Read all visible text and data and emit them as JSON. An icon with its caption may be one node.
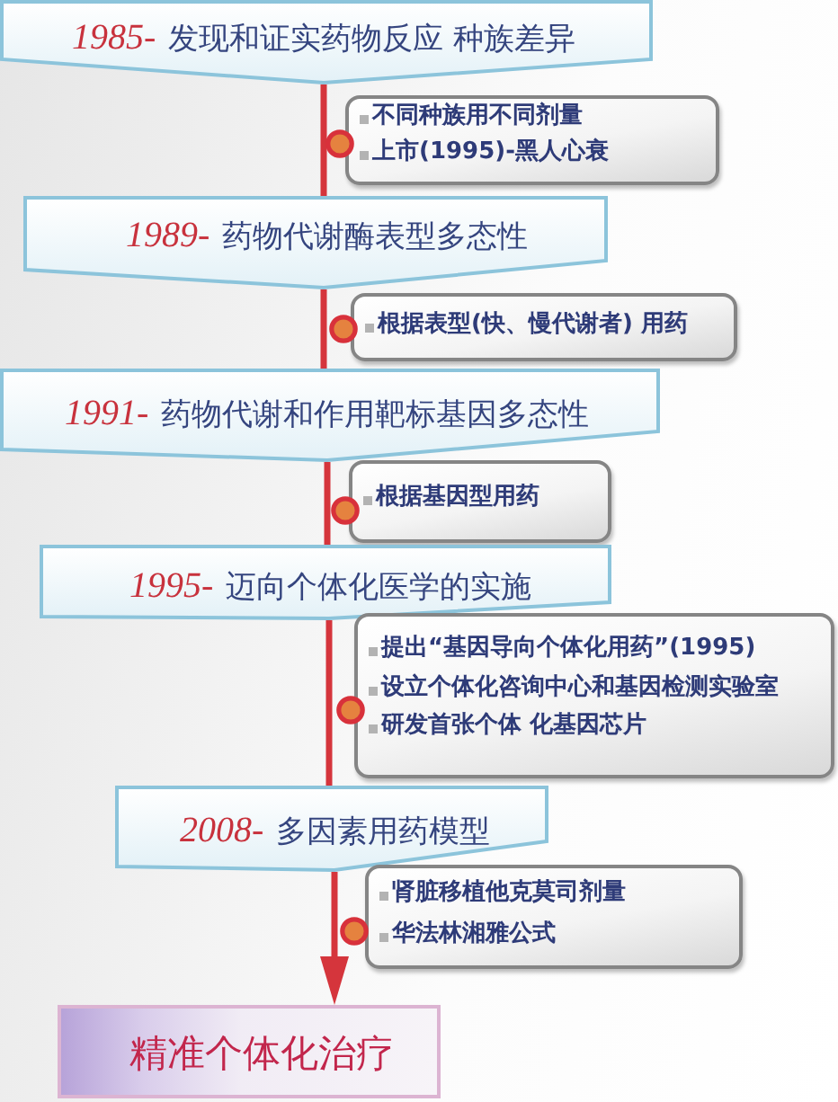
{
  "diagram": {
    "nodes": [
      {
        "text": [
          "1985-",
          "发现和证实药物反应 种族差异"
        ]
      },
      {
        "text": [
          "不同种族用不同剂量",
          "上市(1995)-黑人心衰"
        ]
      },
      {
        "text": [
          "1989-",
          "药物代谢酶表型多态性"
        ]
      },
      {
        "text": [
          "根据表型(快、慢代谢者) 用药"
        ]
      },
      {
        "text": [
          "1991-",
          "药物代谢和作用靶标基因多态性"
        ]
      },
      {
        "text": [
          "根据基因型用药"
        ]
      },
      {
        "text": [
          "1995-",
          "迈向个体化医学的实施"
        ]
      },
      {
        "text": [
          "提出“基因导向个体化用药”(1995)",
          "设立个体化咨询中心和基因检测实验室",
          "研发首张个体 化基因芯片"
        ]
      },
      {
        "text": [
          "2008-",
          "多因素用药模型"
        ]
      },
      {
        "text": [
          "肾脏移植他克莫司剂量",
          "华法林湘雅公式"
        ]
      },
      {
        "text": [
          "精准个体化治疗"
        ]
      }
    ],
    "edges": [
      {
        "from": 0,
        "to": 2,
        "arrow": "none"
      },
      {
        "from": 2,
        "to": 4,
        "arrow": "none"
      },
      {
        "from": 4,
        "to": 6,
        "arrow": "none"
      },
      {
        "from": 6,
        "to": 8,
        "arrow": "none"
      },
      {
        "from": 8,
        "to": 10,
        "arrow": "to"
      }
    ]
  }
}
